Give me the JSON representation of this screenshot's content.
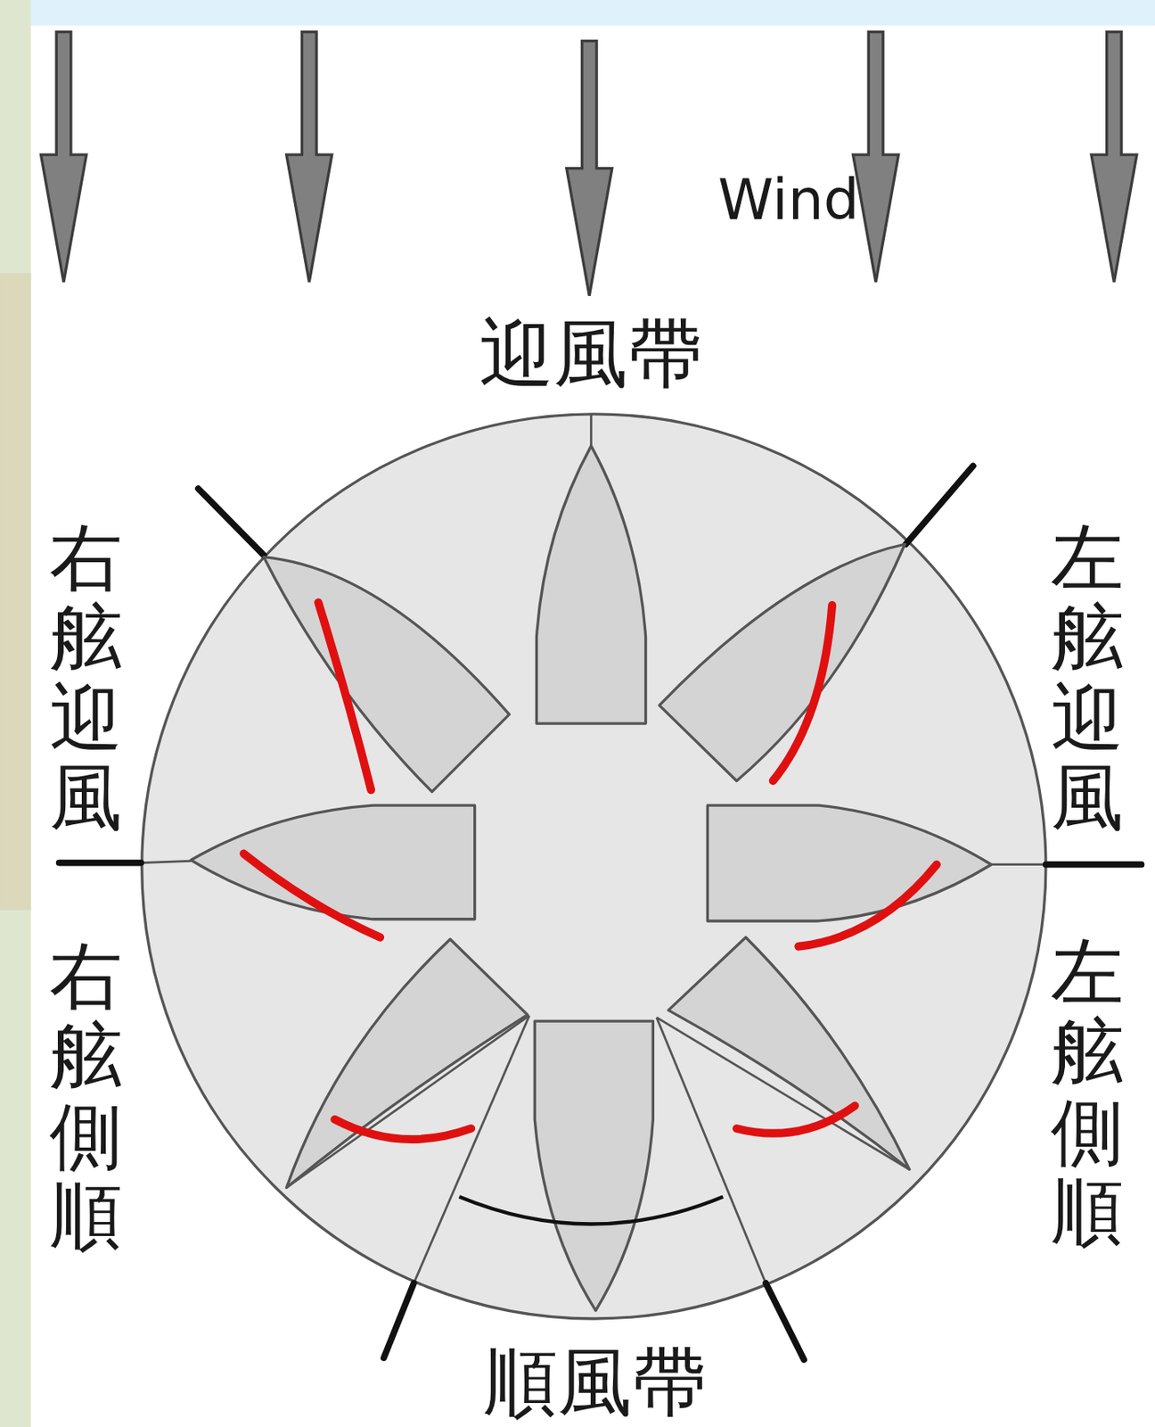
{
  "diagram": {
    "labels": [
      "Wind",
      "迎風帶",
      "右舷迎風",
      "左舷迎風",
      "右舷側順",
      "左舷側順",
      "順風帶"
    ]
  }
}
